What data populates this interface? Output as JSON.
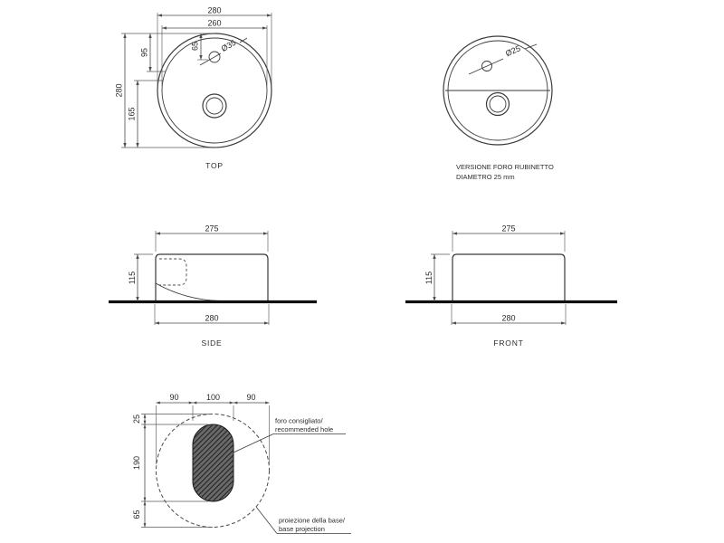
{
  "views": {
    "top": {
      "caption": "TOP",
      "dims": {
        "width_outer": "280",
        "width_inner": "260",
        "height_outer": "280",
        "height_lower": "165",
        "depth_a": "95",
        "depth_b": "65",
        "tap_hole_diameter": "Ø35"
      }
    },
    "tap_version": {
      "caption_line1": "VERSIONE FORO RUBINETTO",
      "caption_line2": "DIAMETRO 25 mm",
      "dims": {
        "tap_hole_diameter": "Ø25"
      }
    },
    "side": {
      "caption": "SIDE",
      "dims": {
        "top_width": "275",
        "height": "115",
        "bottom_width": "280"
      }
    },
    "front": {
      "caption": "FRONT",
      "dims": {
        "top_width": "275",
        "height": "115",
        "bottom_width": "280"
      }
    },
    "base": {
      "dims": {
        "offset_top": "25",
        "hole_left": "90",
        "hole_width": "100",
        "hole_right": "90",
        "hole_height": "190",
        "offset_bottom": "65"
      },
      "labels": {
        "hole_line1": "foro consigliato/",
        "hole_line2": "recommended hole",
        "base_line1": "proiezione della base/",
        "base_line2": "base projection"
      }
    }
  },
  "colors": {
    "outline": "#3a3a3a",
    "dimension": "#4a4a4a",
    "text": "#2b2b2b",
    "ground": "#101010",
    "hole_fill": "#6a6a6a",
    "hole_hatch": "#222222"
  }
}
